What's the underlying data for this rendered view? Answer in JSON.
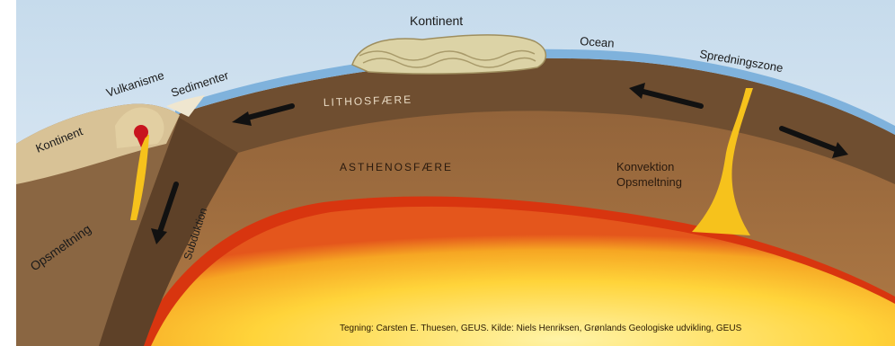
{
  "diagram": {
    "labels": {
      "kontinent_top": "Kontinent",
      "ocean": "Ocean",
      "spredningszone": "Spredningszone",
      "kontinent_left": "Kontinent",
      "vulkanisme": "Vulkanisme",
      "sedimenter": "Sedimenter",
      "lithosfaere": "LITHOSFÆRE",
      "asthenosfaere": "ASTHENOSFÆRE",
      "konvektion": "Konvektion",
      "opsmeltning_right": "Opsmeltning",
      "opsmeltning_left": "Opsmeltning",
      "subduktion": "Subduktion"
    },
    "credit": "Tegning: Carsten E. Thuesen, GEUS. Kilde: Niels Henriksen, Grønlands Geologiske udvikling, GEUS"
  },
  "colors": {
    "sky": "#cfe0ee",
    "ocean": "#7fb2dc",
    "lithosphere": "#7a5a3a",
    "asthenosphere": "#9b6a3d",
    "core_outer": "#e02a10",
    "core_inner": "#ffe14a",
    "magma": "#f6c21c",
    "volcano": "#d2b78a"
  }
}
